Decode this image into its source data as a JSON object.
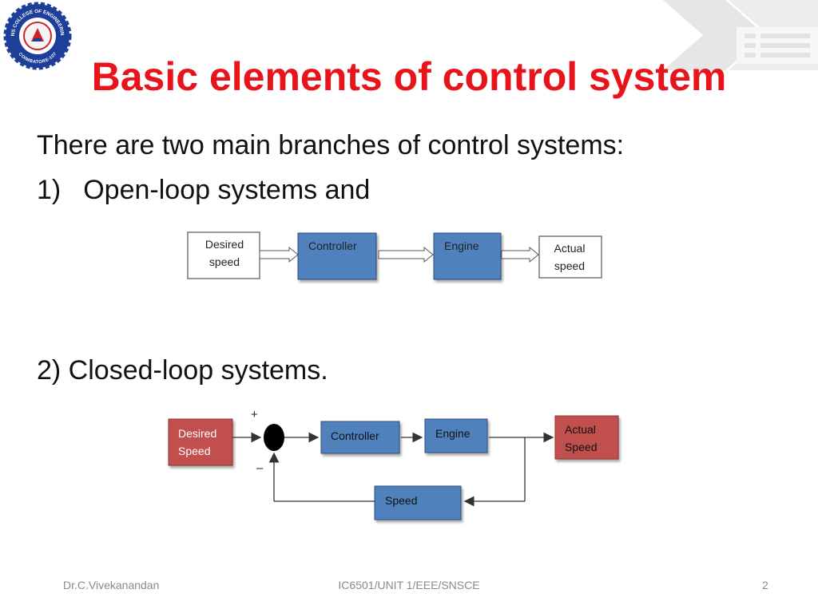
{
  "slide": {
    "title": "Basic elements of control system",
    "intro": "There are two main branches of control systems:",
    "item1_number": "1)",
    "item1_text": "Open-loop systems and",
    "item2_text": "2) Closed-loop systems."
  },
  "open_loop": {
    "desired_line1": "Desired",
    "desired_line2": "speed",
    "controller": "Controller",
    "engine": "Engine",
    "actual_line1": "Actual",
    "actual_line2": "speed"
  },
  "closed_loop": {
    "desired_line1": "Desired",
    "desired_line2": "Speed",
    "plus_sign": "+",
    "minus_sign": "–",
    "controller": "Controller",
    "engine": "Engine",
    "actual_line1": "Actual",
    "actual_line2": "Speed",
    "feedback": "Speed"
  },
  "logo": {
    "ring_text_top": "SNS COLLEGE OF ENGINEERING",
    "ring_text_bottom": "COIMBATORE-107"
  },
  "footer": {
    "author": "Dr.C.Vivekanandan",
    "course": "IC6501/UNIT 1/EEE/SNSCE",
    "page": "2"
  },
  "colors": {
    "title": "#e8141c",
    "block_blue": "#4f81bd",
    "block_red": "#c0504d",
    "logo_blue": "#1d3f9a",
    "logo_red": "#d0202a"
  }
}
